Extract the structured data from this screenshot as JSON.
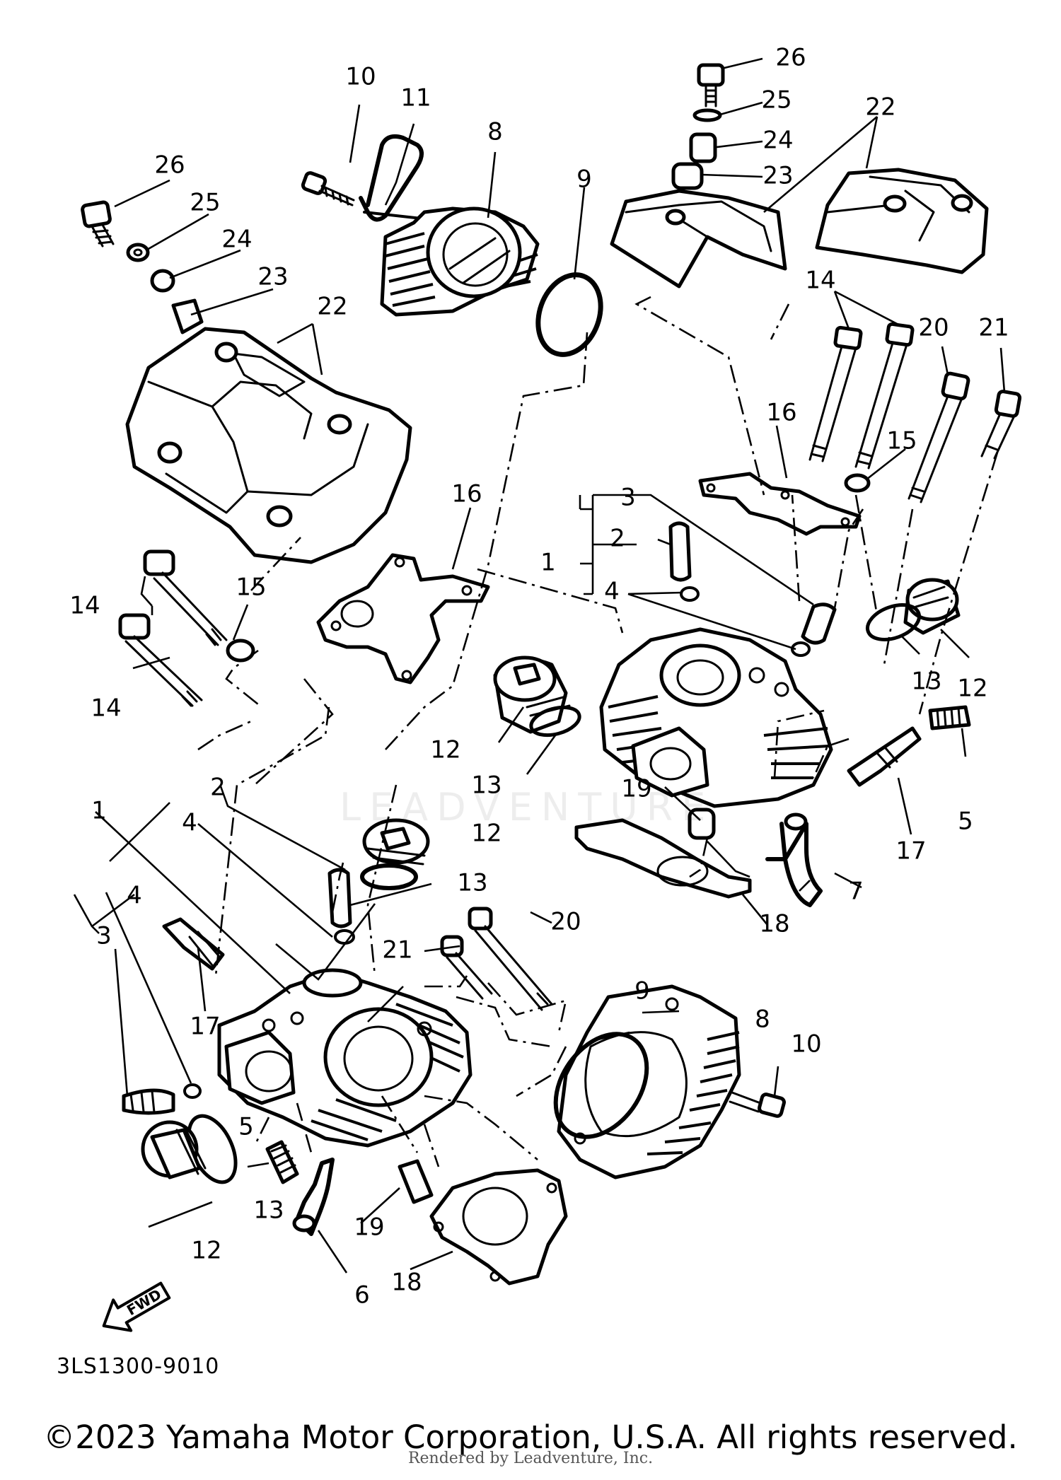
{
  "diagram_code": "3LS1300-9010",
  "fwd_label": "FWD",
  "copyright": "©2023 Yamaha Motor Corporation, U.S.A. All rights reserved.",
  "rendered_by": "Rendered by Leadventure, Inc.",
  "watermark": "LEADVENTURE",
  "callouts": {
    "rear_cyl_head_1": "1",
    "rear_valve_guide_2": "2",
    "rear_clip_3": "3",
    "rear_circlip_4": "4",
    "rear_stud_5": "5",
    "rear_pipe_7": "7",
    "rear_oring_9": "9",
    "rear_plug_12a": "12",
    "rear_plug_12b": "12",
    "rear_oring_13a": "13",
    "rear_oring_13b": "13",
    "rear_bolt_14": "14",
    "rear_washer_15": "15",
    "rear_bracket_16": "16",
    "rear_spark_plug_17": "17",
    "rear_gasket_18": "18",
    "rear_dowel_19": "19",
    "rear_bolt_20": "20",
    "rear_bolt_21": "21",
    "rear_cover_22": "22",
    "rear_damper_23": "23",
    "rear_collar_24": "24",
    "rear_washer_25": "25",
    "rear_bolt_26": "26",
    "front_cyl_head_1": "1",
    "front_valve_guide_2": "2",
    "front_clip_3": "3",
    "front_circlip_4a": "4",
    "front_circlip_4b": "4",
    "front_stud_5": "5",
    "front_pipe_6": "6",
    "front_cover_8": "8",
    "front_oring_9": "9",
    "front_bolt_10": "10",
    "front_plug_12a": "12",
    "front_plug_12b": "12",
    "front_oring_13a": "13",
    "front_oring_13b": "13",
    "front_bolt_14a": "14",
    "front_bolt_14b": "14",
    "front_washer_15": "15",
    "front_bracket_16": "16",
    "front_spark_plug_17": "17",
    "front_gasket_18": "18",
    "front_dowel_19": "19",
    "front_bolt_20": "20",
    "front_bolt_21": "21",
    "front_cover_22": "22",
    "front_damper_23": "23",
    "front_collar_24": "24",
    "front_washer_25": "25",
    "front_bolt_26": "26",
    "top_cover_8": "8",
    "top_bolt_10": "10",
    "top_hose_11": "11"
  }
}
